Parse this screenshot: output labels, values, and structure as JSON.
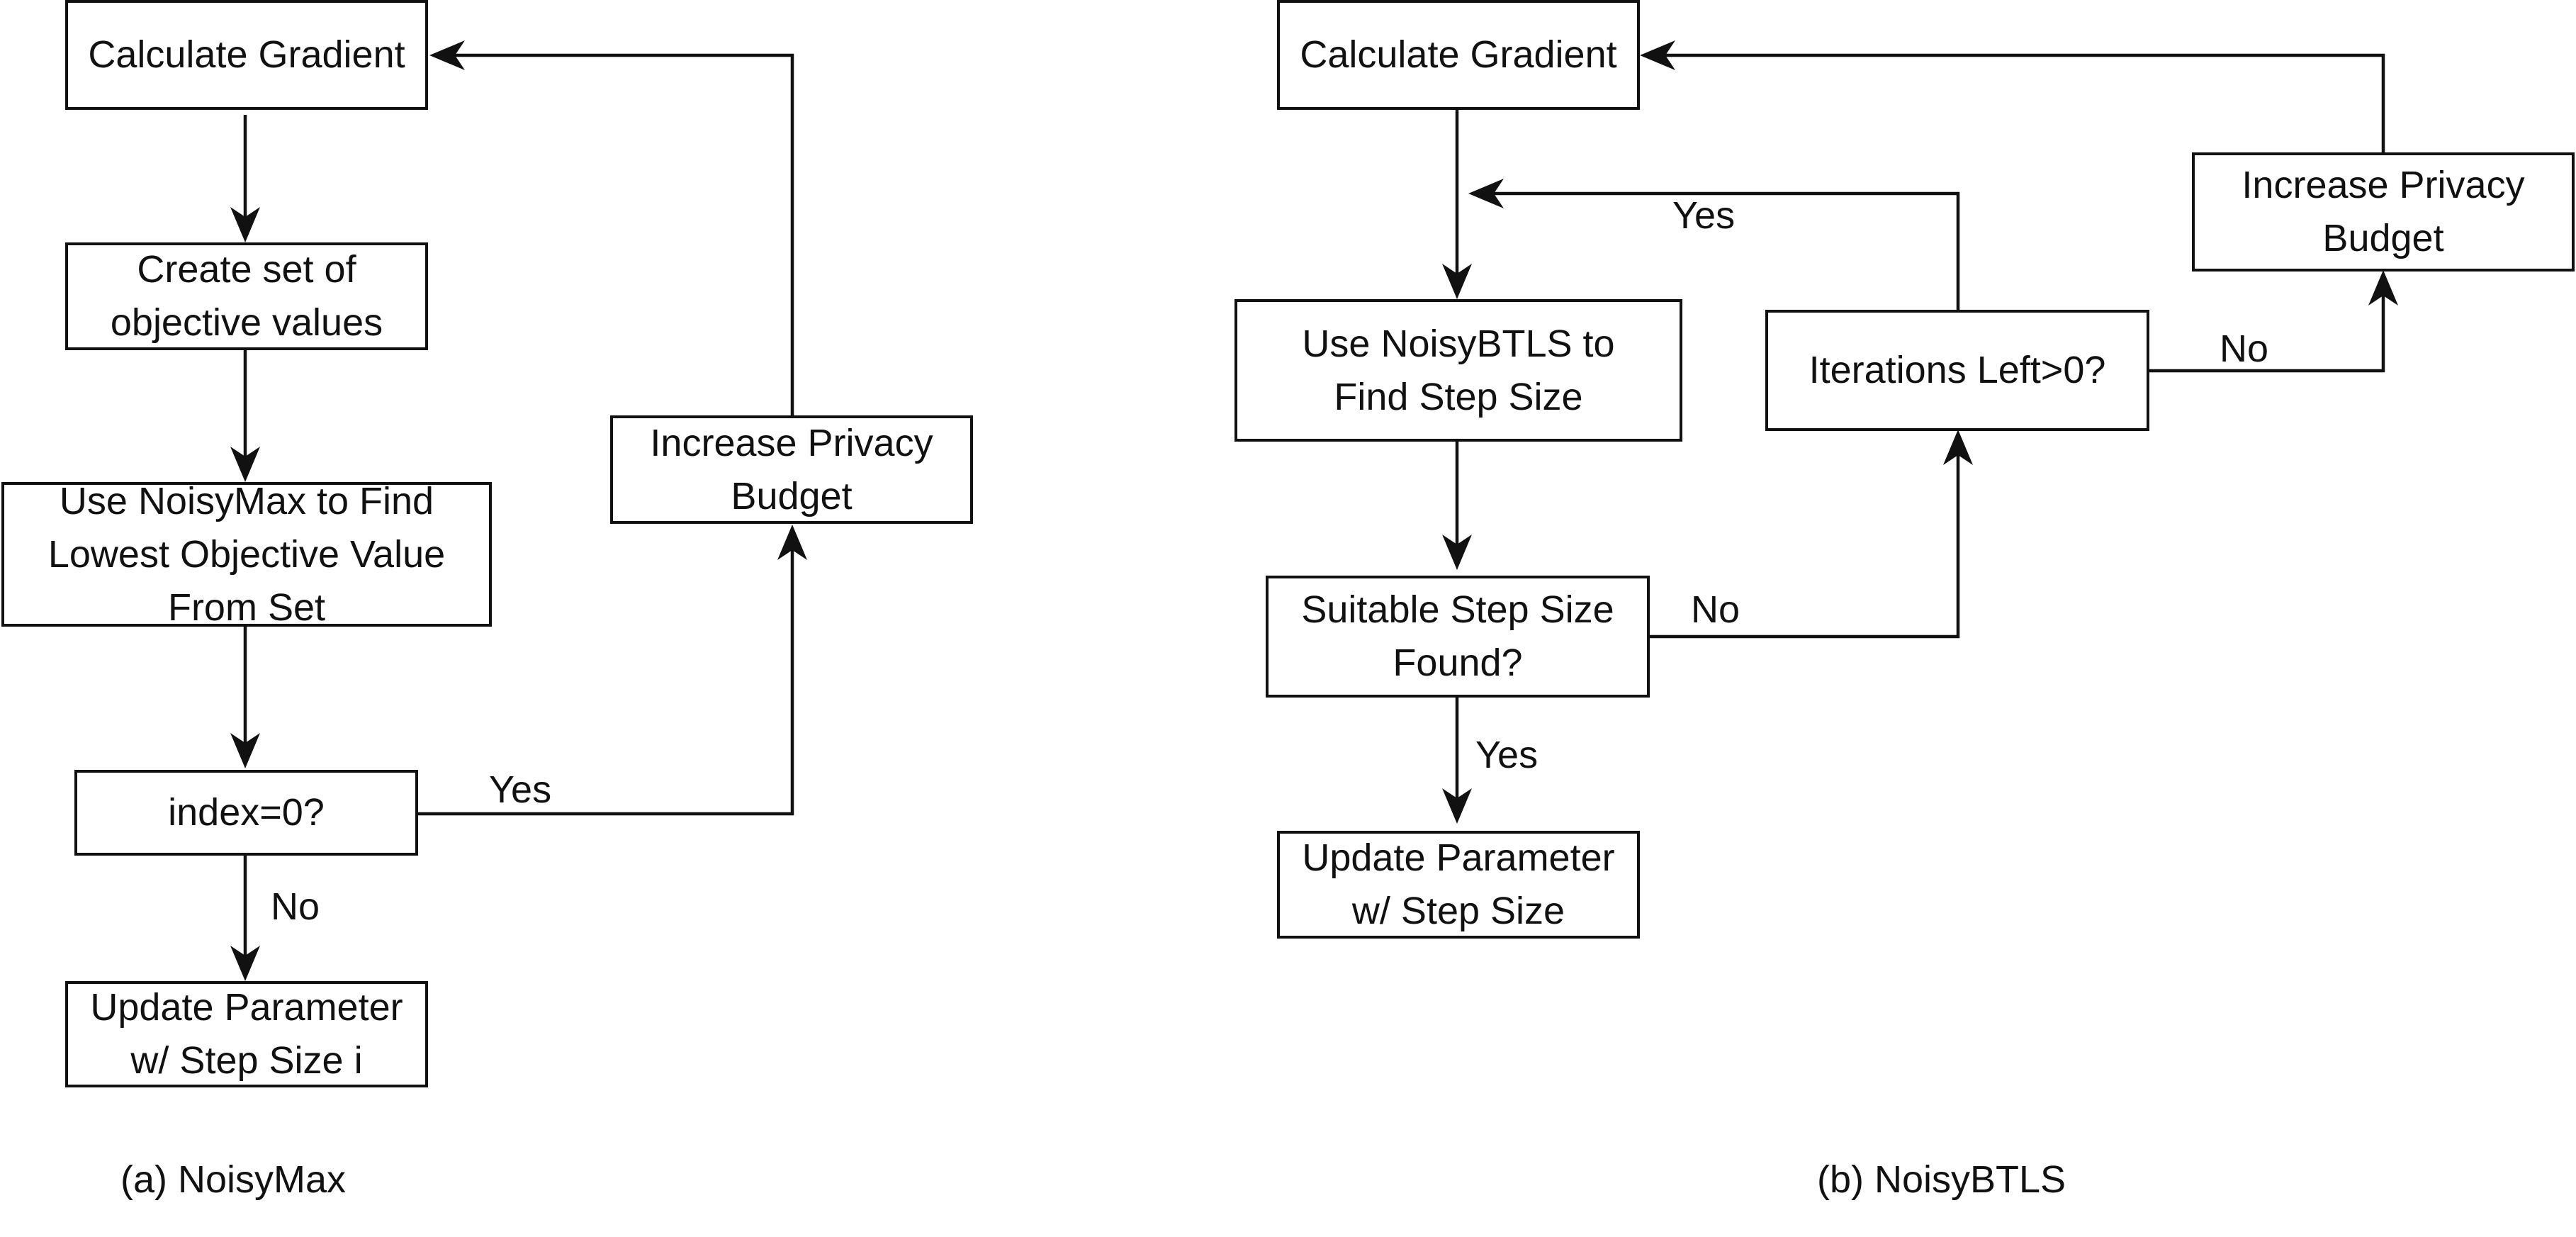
{
  "diagram_a": {
    "caption": "(a) NoisyMax",
    "calculate_gradient": "Calculate Gradient",
    "create_set": [
      "Create set of",
      "objective values"
    ],
    "noisymax": [
      "Use NoisyMax to Find",
      "Lowest Objective Value",
      "From Set"
    ],
    "index_check": "index=0?",
    "update_param": [
      "Update Parameter",
      "w/ Step Size i"
    ],
    "increase_budget": [
      "Increase Privacy",
      "Budget"
    ],
    "edge_yes": "Yes",
    "edge_no": "No"
  },
  "diagram_b": {
    "caption": "(b) NoisyBTLS",
    "calculate_gradient": "Calculate Gradient",
    "noisybtls": [
      "Use NoisyBTLS to",
      "Find Step Size"
    ],
    "suitable_check": [
      "Suitable Step Size",
      "Found?"
    ],
    "update_param": [
      "Update Parameter",
      "w/ Step Size"
    ],
    "iterations_check": "Iterations Left>0?",
    "increase_budget": [
      "Increase Privacy",
      "Budget"
    ],
    "edge_yes_iter": "Yes",
    "edge_no_suitable": "No",
    "edge_yes_suitable": "Yes",
    "edge_no_iter": "No"
  },
  "colors": {
    "stroke": "#111111",
    "background": "#ffffff"
  }
}
